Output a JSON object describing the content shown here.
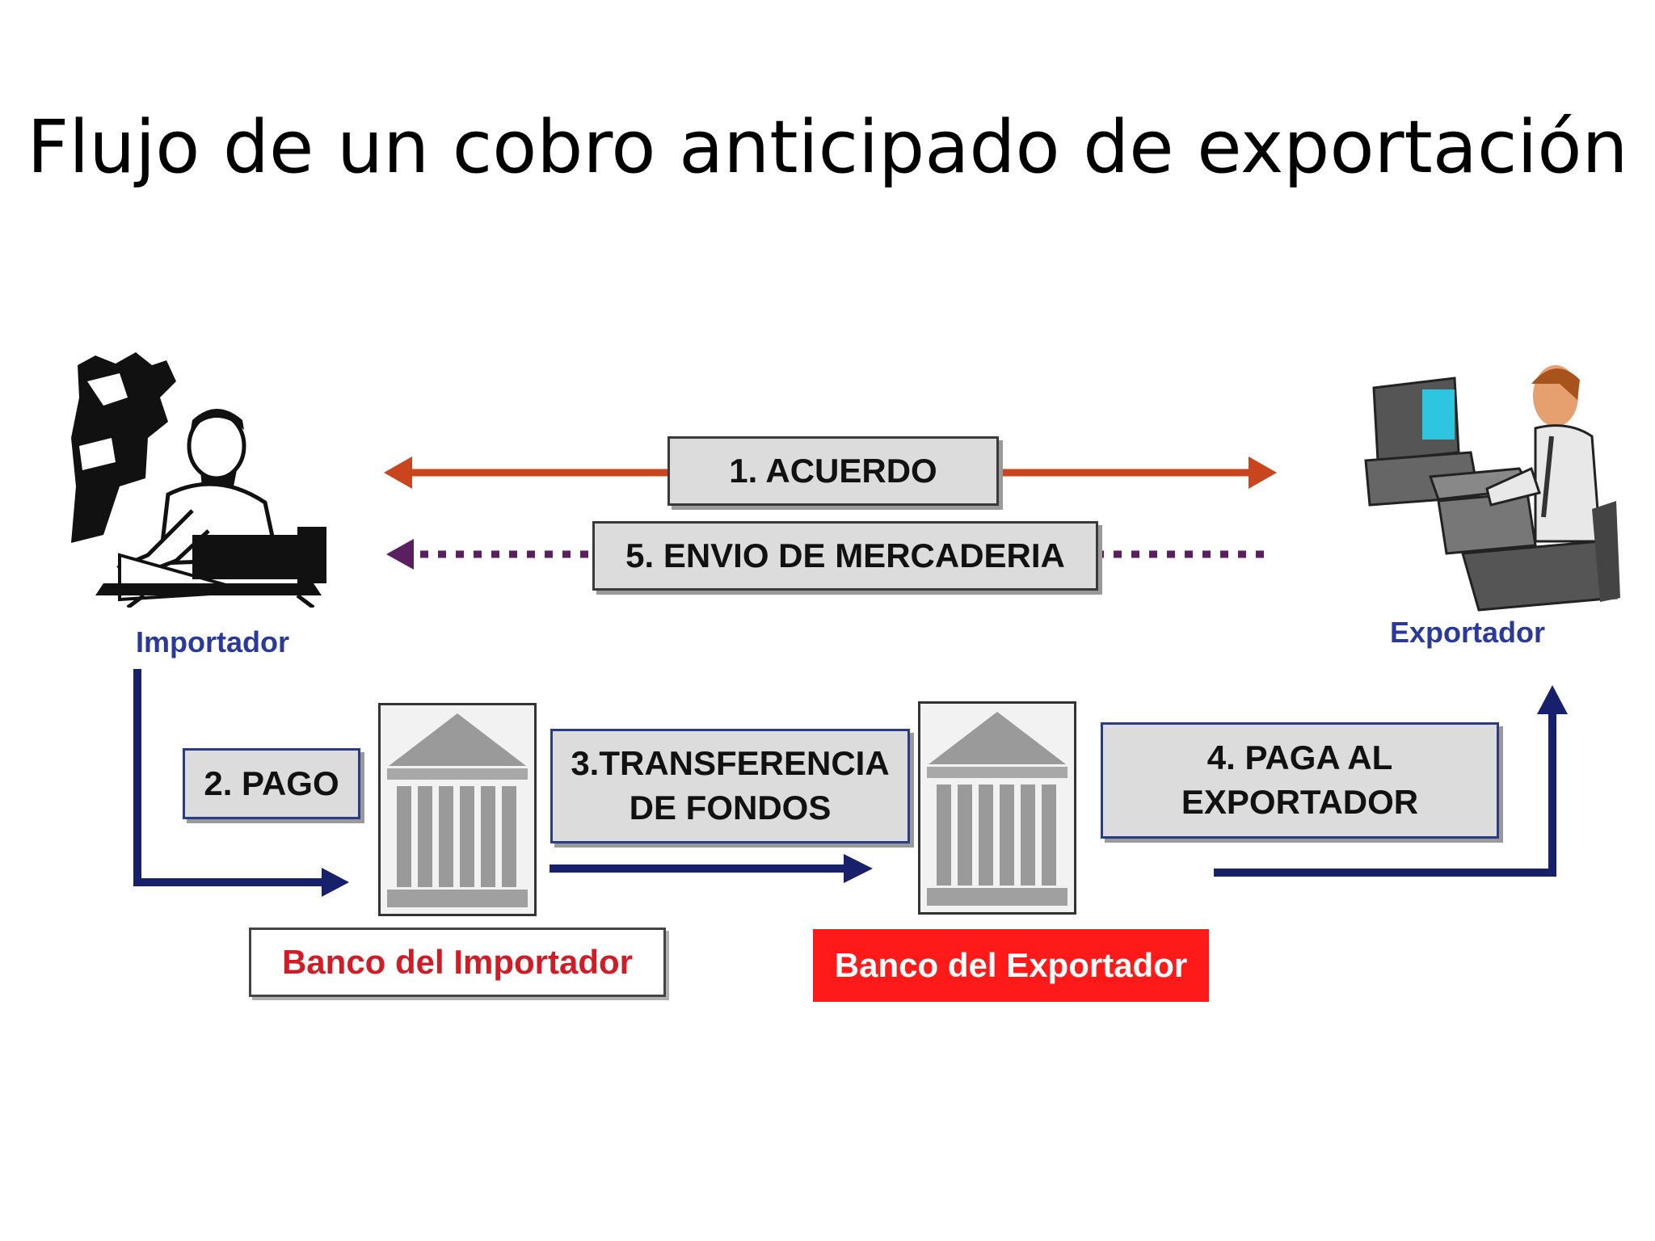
{
  "title": "Flujo de un cobro anticipado de exportación",
  "parties": {
    "importer": "Importador",
    "exporter": "Exportador"
  },
  "steps": {
    "acuerdo": "1. ACUERDO",
    "envio": "5. ENVIO DE MERCADERIA",
    "pago": "2. PAGO",
    "transferencia_line1": "3.TRANSFERENCIA",
    "transferencia_line2": "DE FONDOS",
    "paga_line1": "4. PAGA AL",
    "paga_line2": "EXPORTADOR"
  },
  "banks": {
    "importer_bank": "Banco del Importador",
    "exporter_bank": "Banco del Exportador"
  },
  "colors": {
    "agreement_arrow": "#c8451e",
    "shipment_arrow": "#5a1f5e",
    "flow_arrow": "#16206b",
    "exporter_bank_bg": "#ff1a1a",
    "importer_bank_text": "#d11b25"
  }
}
